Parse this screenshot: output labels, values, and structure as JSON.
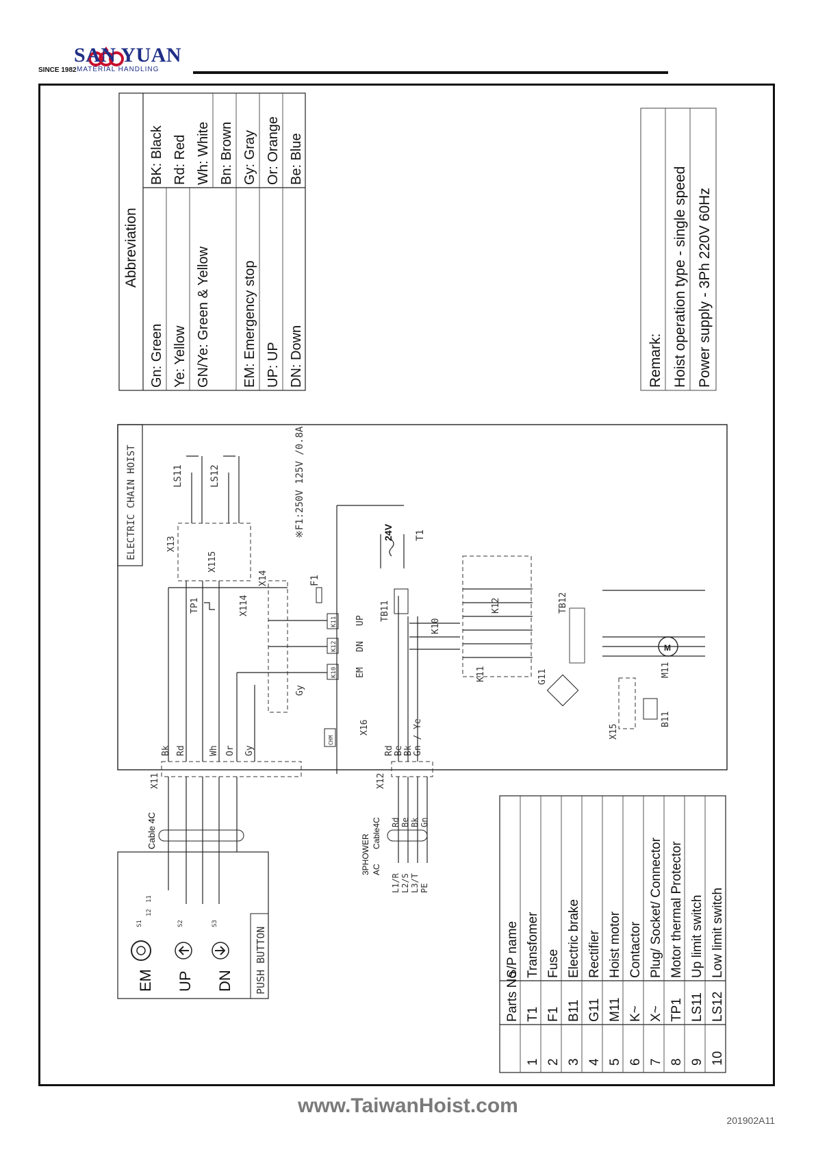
{
  "header": {
    "brand": "SAN YUAN",
    "since": "SINCE 1982",
    "subtitle": "MATERIAL HANDLING"
  },
  "footer": {
    "website": "www.TaiwanHoist.com",
    "doc_number": "201902A11"
  },
  "abbreviation": {
    "title": "Abbreviation",
    "left": [
      "Gn: Green",
      "Ye: Yellow",
      "GN/Ye: Green & Yellow",
      "",
      "EM: Emergency stop",
      "UP: UP",
      "DN: Down"
    ],
    "right": [
      "BK: Black",
      "Rd: Red",
      "Wh: White",
      "Bn: Brown",
      "Gy: Gray",
      "Or: Orange",
      "Be: Blue"
    ]
  },
  "remark": {
    "title": "Remark:",
    "lines": [
      "Hoist operation type - single speed",
      "Power supply - 3Ph 220V 60Hz"
    ]
  },
  "parts_table": {
    "headers": [
      "",
      "Parts No",
      "S/P name"
    ],
    "rows": [
      [
        "1",
        "T1",
        "Transfomer"
      ],
      [
        "2",
        "F1",
        "Fuse"
      ],
      [
        "3",
        "B11",
        "Electric brake"
      ],
      [
        "4",
        "G11",
        "Rectifier"
      ],
      [
        "5",
        "M11",
        "Hoist motor"
      ],
      [
        "6",
        "K~",
        "Contactor"
      ],
      [
        "7",
        "X~",
        "Plug/ Socket/ Connector"
      ],
      [
        "8",
        "TP1",
        "Motor thermal Protector"
      ],
      [
        "9",
        "LS11",
        "Up limit switch"
      ],
      [
        "10",
        "LS12",
        "Low limit switch"
      ]
    ]
  },
  "push_button": {
    "title": "PUSH BUTTON",
    "buttons": [
      "EM",
      "UP",
      "DN"
    ],
    "switches": [
      "S1",
      "S2",
      "S3"
    ],
    "contacts": [
      "11",
      "12"
    ]
  },
  "hoist": {
    "title": "ELECTRIC CHAIN HOIST",
    "fuse_note": "※F1:250V 125V /0.8A",
    "connectors": [
      "X11",
      "X12",
      "X13",
      "X14",
      "X15",
      "X16",
      "X114",
      "X115"
    ],
    "components": [
      "T1",
      "F1",
      "TP1",
      "TB11",
      "TB12",
      "K10",
      "K11",
      "K12",
      "G11",
      "M11",
      "B11",
      "LS11",
      "LS12"
    ],
    "voltage": "24V",
    "contactor_coils": [
      "K10",
      "K11",
      "K12"
    ],
    "signals": [
      "EM",
      "DN",
      "UP",
      "Gy"
    ],
    "thermal": "CHM"
  },
  "cables": {
    "control": "Cable 4C",
    "power_label_1": "3PHOWER",
    "power_label_2": "AC",
    "power_cable": "Cable4C",
    "power_lines": [
      "L1/R",
      "L2/S",
      "L3/T",
      "PE"
    ],
    "power_colors": [
      "Rd",
      "Be",
      "Bk",
      "Gn"
    ]
  },
  "wire_colors": {
    "x11": [
      "Bk",
      "Rd",
      "Wh",
      "Or",
      "Gy"
    ],
    "x12": [
      "Rd",
      "Be",
      "Bk",
      "Gn / Ye"
    ]
  }
}
